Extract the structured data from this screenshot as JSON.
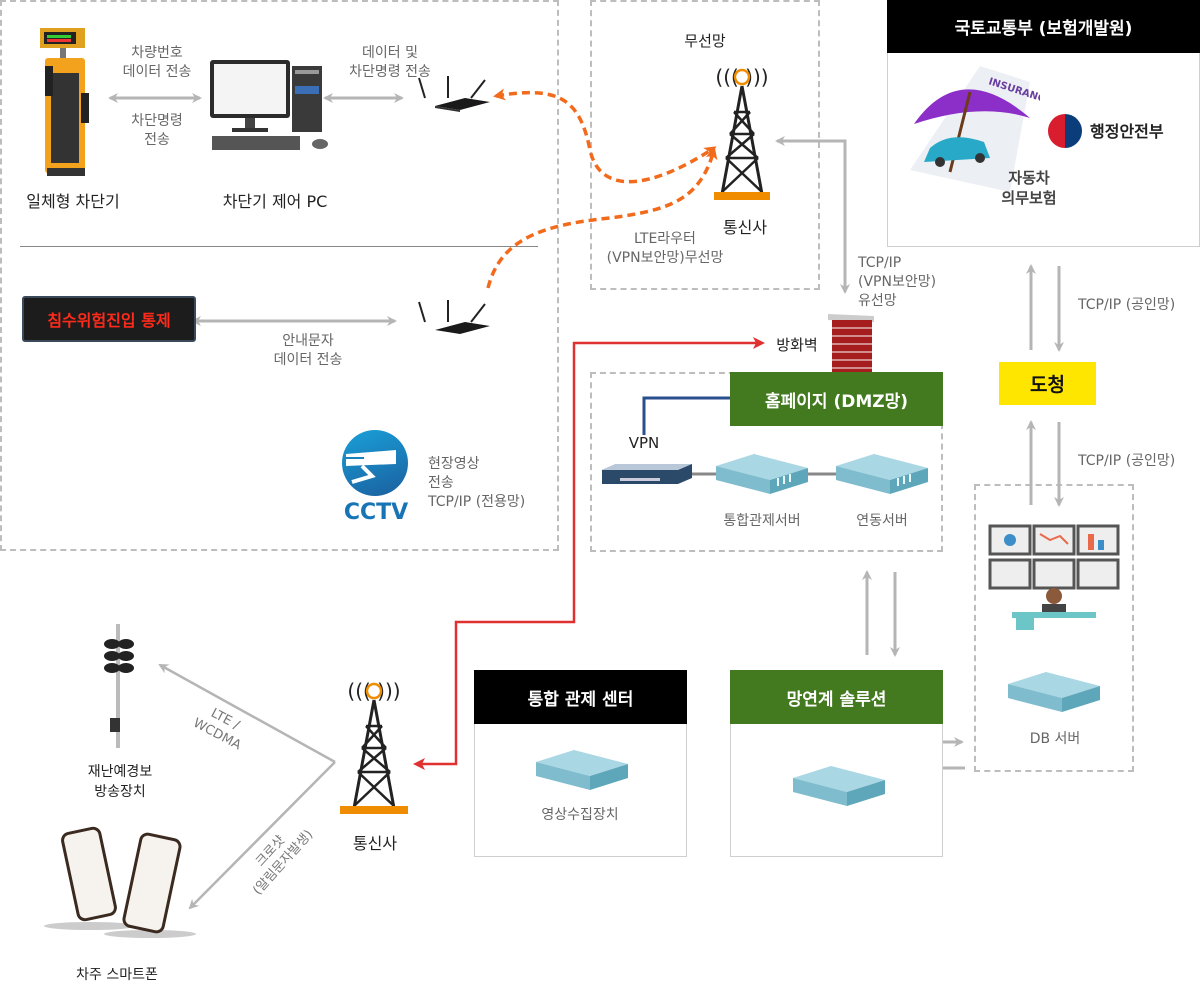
{
  "field_zone": {
    "barrier_label": "일체형 차단기",
    "pc_label": "차단기 제어 PC",
    "barrier_to_pc_top": [
      "차량번호",
      "데이터 전송"
    ],
    "barrier_to_pc_bottom": [
      "차단명령",
      "전송"
    ],
    "pc_to_router": [
      "데이터 및",
      "차단명령 전송"
    ],
    "sign_text": "침수위험진입 통제",
    "sign_to_router": [
      "안내문자",
      "데이터 전송"
    ],
    "cctv_logo": "CCTV",
    "cctv_desc": [
      "현장영상",
      "전송",
      "TCP/IP (전용망)"
    ]
  },
  "wireless_zone": {
    "title": "무선망",
    "tower_label": "통신사",
    "lte_label": [
      "LTE라우터",
      "(VPN보안망)무선망"
    ]
  },
  "wired_link": [
    "TCP/IP",
    "(VPN보안망)",
    "유선망"
  ],
  "firewall_label": "방화벽",
  "dmz": {
    "header": "홈페이지 (DMZ망)",
    "vpn_label": "VPN",
    "server1": "통합관제서버",
    "server2": "연동서버"
  },
  "ministry": {
    "header": "국토교통부 (보험개발원)",
    "insurance_doc": "INSURANCE",
    "insurance_caption": [
      "자동차",
      "의무보험"
    ],
    "mois_label": "행정안전부"
  },
  "province": {
    "label": "도청",
    "link_top": "TCP/IP (공인망)",
    "link_bottom": "TCP/IP (공인망)"
  },
  "db_zone": {
    "db_label": "DB 서버"
  },
  "control_center": {
    "header": "통합 관제 센터",
    "device_label": "영상수집장치"
  },
  "network_link": {
    "header": "망연계 솔루션"
  },
  "bottom_left": {
    "tower_label": "통신사",
    "alarm_label": [
      "재난예경보",
      "방송장치"
    ],
    "phone_label": "차주 스마트폰",
    "lte_wcdma": [
      "LTE /",
      "WCDMA"
    ],
    "crossshot": [
      "크로샷",
      "(알림문자발생)"
    ]
  },
  "colors": {
    "green_header": "#437a1f",
    "yellow_box": "#ffe600",
    "orange_dashed": "#f26a1b",
    "red_line": "#e03131",
    "vpn_blue": "#2a4f8f",
    "tower_orange": "#f08c00"
  }
}
